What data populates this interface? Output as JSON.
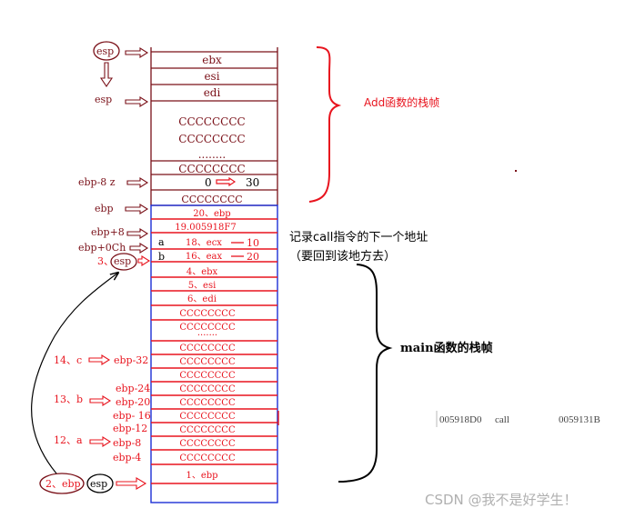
{
  "add_frame": {
    "label": "Add函数的栈帧",
    "cells": [
      "ebx",
      "esi",
      "edi",
      "CCCCCCCC",
      "CCCCCCCC",
      "........",
      "CCCCCCCC",
      "CCCCCCCC"
    ],
    "z_row": {
      "from": "0",
      "to": "30"
    }
  },
  "main_frame": {
    "label": "main函数的栈帧",
    "cells": [
      "20、ebp",
      "19.005918F7",
      "18、ecx",
      "16、eax",
      "4、ebx",
      "5、esi",
      "6、edi",
      "CCCCCCCC",
      "CCCCCCCC",
      "·······",
      "CCCCCCCC",
      "CCCCCCCC",
      "CCCCCCCC",
      "CCCCCCCC",
      "CCCCCCCC",
      "CCCCCCCC",
      "CCCCCCCC",
      "CCCCCCCC",
      "CCCCCCCC",
      "1、ebp"
    ],
    "ecx_value": "10",
    "eax_value": "20"
  },
  "left_labels": {
    "esp_top": "esp",
    "esp_second": "esp",
    "ebp_minus_8_z": "ebp-8 z",
    "ebp": "ebp",
    "ebp_plus_8": "ebp+8",
    "ebp_plus_0ch": "ebp+0Ch",
    "esp_step3_num": "3、",
    "esp_step3": "esp",
    "row_a": "a",
    "row_b": "b",
    "c_label": "14、c",
    "c_offset": "ebp-32",
    "b_label": "13、b",
    "b_offset": "ebp-20",
    "a_label": "12、a",
    "a_offset": "ebp-8",
    "ebp_minus_24": "ebp-24",
    "ebp_minus_16": "ebp- 16",
    "ebp_minus_12": "ebp-12",
    "ebp_minus_4": "ebp-4",
    "bottom_ebp": "2、ebp",
    "bottom_esp": "esp"
  },
  "notes": {
    "call_line1": "记录call指令的下一个地址",
    "call_line2": "（要回到该地方去）"
  },
  "asm": {
    "addr": "005918D0",
    "instr": "call",
    "target": "0059131B"
  },
  "watermark": "CSDN @我不是好学生！",
  "colors": {
    "dark_red": "#7a1018",
    "red": "#e8141e",
    "blue": "#1c2fd6",
    "black": "#000000"
  }
}
